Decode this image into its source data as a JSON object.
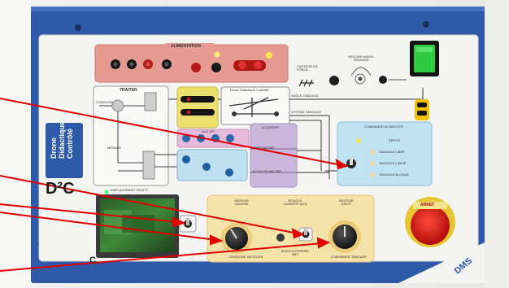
{
  "colors": {
    "board_blue": "#2e5aa8",
    "panel_face": "#f4f4f2",
    "supply_red": "#e59a92",
    "green_led": "#2ecc40",
    "stop_red": "#d81414",
    "pointer_red": "#e00000"
  },
  "panel": {
    "side_title": [
      "Drone",
      "Didactique",
      "Contrôlé"
    ],
    "brand_mark": "D²C",
    "corner_logo": "DMS",
    "corner_letter": "C",
    "sections": {
      "alimentation": "ALIMENTATION",
      "traiter": "TRAITER",
      "drone": "Drone Didactique Contrôlé",
      "capteur": "CAPTEUR DE FORCE",
      "mesure": "MESURE ANGLE TANGAGE",
      "bus": "BUS SPI",
      "acquerir": "ACQUERIR",
      "commande_alim": "COMMANDE ALIMENTER",
      "consigne": "CONSIGNE",
      "mesure_label": "MESURE",
      "angle": "ANGLE TANGAGE",
      "vitesse": "VITESSE TANGAGE",
      "gyro": "GYROMETRE",
      "accel": "ACCELEROMETRE",
      "moteur_g": "MOTEUR GAUCHE",
      "boucle_ouverte": "BOUCLE OUVERTE (BO)",
      "moteur_d": "MOTEUR DROIT",
      "boucle_fermee": "BOUCLE FERMÉE (BF)",
      "consigne_moteurs": "CONSIGNE MOTEURS",
      "commande_tangage": "COMMANDE TANGAGE",
      "arret": "ARRET",
      "repos": "REPOS",
      "tangage_libre": "TANGAGE LIBRE",
      "tangage_limite": "TANGAGE LIMITÉ",
      "tangage_bloque": "TANGAGE BLOQUÉ",
      "emplacement": "EMPLACEMENT PROFIT"
    }
  },
  "callouts": [
    {
      "name": "pointer-to-mode-switch"
    },
    {
      "name": "pointer-to-bo-bf-switch"
    },
    {
      "name": "pointer-to-pc-manu-switch"
    },
    {
      "name": "pointer-to-left-motor-knob"
    },
    {
      "name": "pointer-to-right-motor-knob"
    }
  ]
}
